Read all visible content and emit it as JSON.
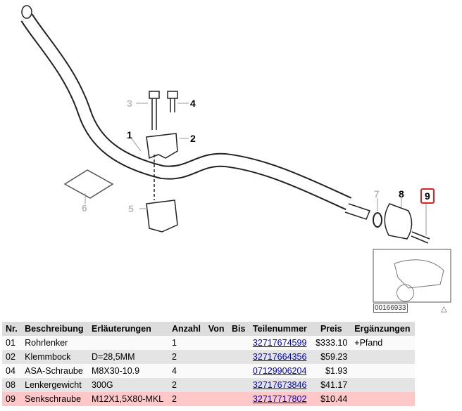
{
  "diagram": {
    "labels": [
      "1",
      "2",
      "3",
      "4",
      "5",
      "6",
      "7",
      "8",
      "9"
    ],
    "diagram_number": "00166933",
    "selected_label": "9"
  },
  "table": {
    "headers": [
      "Nr.",
      "Beschreibung",
      "Erläuterungen",
      "Anzahl",
      "Von",
      "Bis",
      "Teilenummer",
      "Preis",
      "Ergänzungen"
    ],
    "rows": [
      {
        "nr": "01",
        "desc": "Rohrlenker",
        "note": "",
        "qty": "1",
        "von": "",
        "bis": "",
        "part": "32717674599",
        "price": "$333.10",
        "extra": "+Pfand"
      },
      {
        "nr": "02",
        "desc": "Klemmbock",
        "note": "D=28,5MM",
        "qty": "2",
        "von": "",
        "bis": "",
        "part": "32717664356",
        "price": "$59.23",
        "extra": ""
      },
      {
        "nr": "04",
        "desc": "ASA-Schraube",
        "note": "M8X30-10.9",
        "qty": "4",
        "von": "",
        "bis": "",
        "part": "07129906204",
        "price": "$1.93",
        "extra": ""
      },
      {
        "nr": "08",
        "desc": "Lenkergewicht",
        "note": "300G",
        "qty": "2",
        "von": "",
        "bis": "",
        "part": "32717673846",
        "price": "$41.17",
        "extra": ""
      },
      {
        "nr": "09",
        "desc": "Senkschraube",
        "note": "M12X1,5X80-MKL",
        "qty": "2",
        "von": "",
        "bis": "",
        "part": "32717717802",
        "price": "$10.44",
        "extra": ""
      }
    ]
  },
  "colors": {
    "highlight": "#ffc8c8",
    "link": "#0000cc",
    "selected_border": "#dd2222"
  }
}
